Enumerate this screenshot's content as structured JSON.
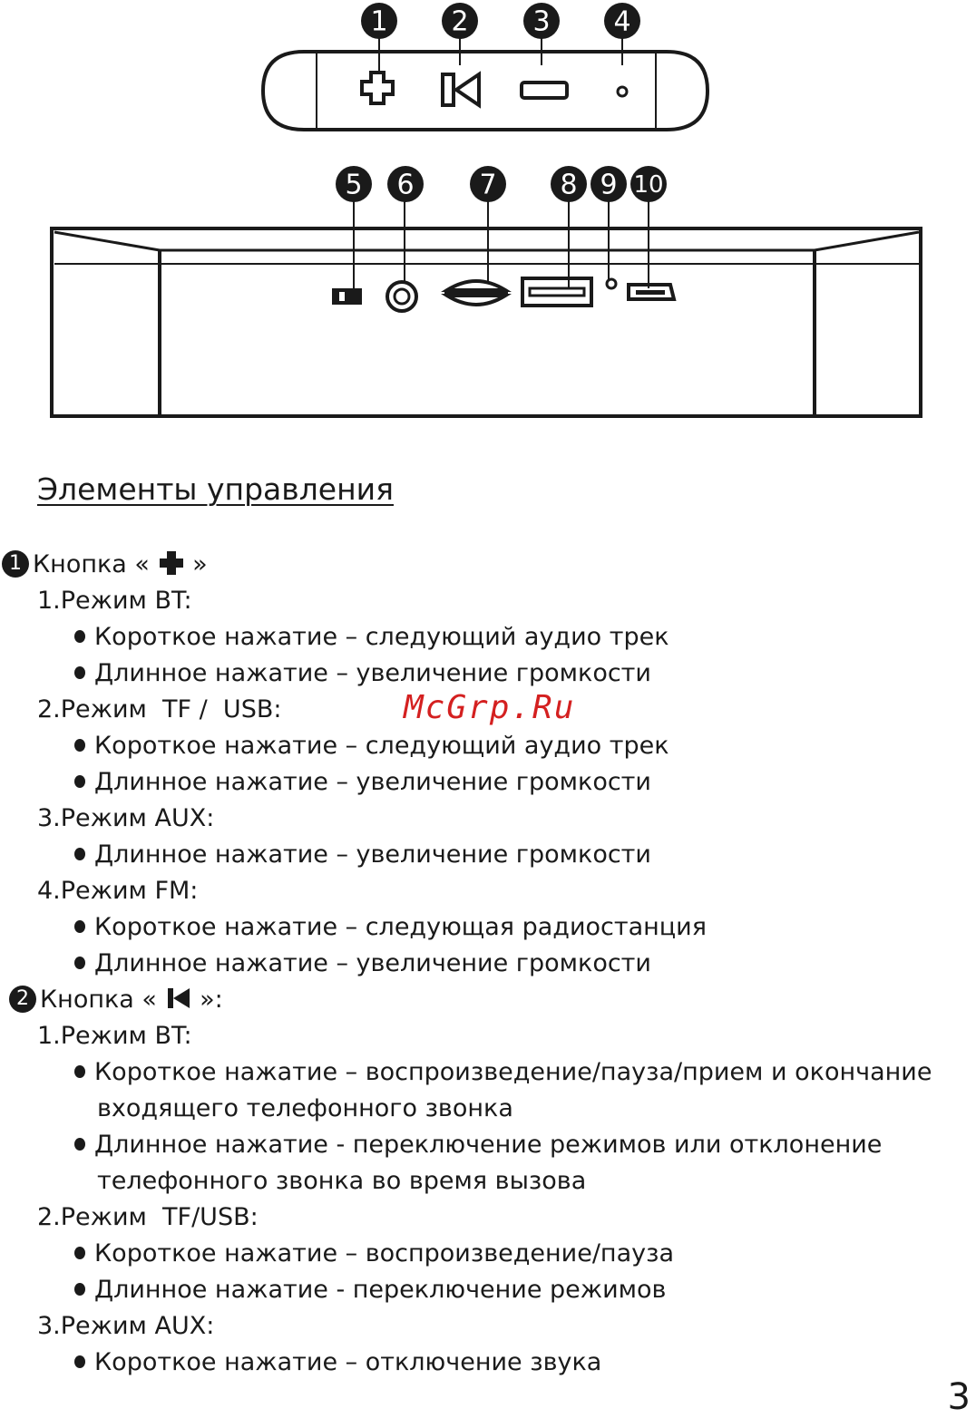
{
  "diagram": {
    "callouts": [
      "1",
      "2",
      "3",
      "4",
      "5",
      "6",
      "7",
      "8",
      "9",
      "10"
    ]
  },
  "section_title": "Элементы управления",
  "button1": {
    "number": "1",
    "title_prefix": "Кнопка «",
    "title_suffix": "»",
    "icon": "plus-icon",
    "modes": [
      {
        "label": "1.Режим BT:",
        "items": [
          "Короткое нажатие – следующий аудио трек",
          "Длинное нажатие – увеличение громкости"
        ]
      },
      {
        "label": "2.Режим  TF /  USB:",
        "items": [
          "Короткое нажатие – следующий аудио трек",
          "Длинное нажатие – увеличение громкости"
        ]
      },
      {
        "label": "3.Режим AUX:",
        "items": [
          "Длинное нажатие – увеличение громкости"
        ]
      },
      {
        "label": "4.Режим FM:",
        "items": [
          "Короткое нажатие – следующая радиостанция",
          "Длинное нажатие – увеличение громкости"
        ]
      }
    ]
  },
  "button2": {
    "number": "2",
    "title_prefix": "Кнопка «",
    "title_suffix": "»:",
    "icon": "play-pause-icon",
    "modes": [
      {
        "label": "1.Режим BT:",
        "items": [
          [
            "Короткое нажатие – воспроизведение/пауза/прием и окончание",
            "входящего телефонного звонка"
          ],
          [
            "Длинное нажатие - переключение режимов или отклонение",
            "телефонного звонка во время вызова"
          ]
        ]
      },
      {
        "label": "2.Режим  TF/USB:",
        "items": [
          "Короткое нажатие – воспроизведение/пауза",
          "Длинное нажатие - переключение режимов"
        ]
      },
      {
        "label": "3.Режим AUX:",
        "items": [
          "Короткое нажатие – отключение звука"
        ]
      }
    ]
  },
  "watermark": "McGrp.Ru",
  "page_number": "3"
}
